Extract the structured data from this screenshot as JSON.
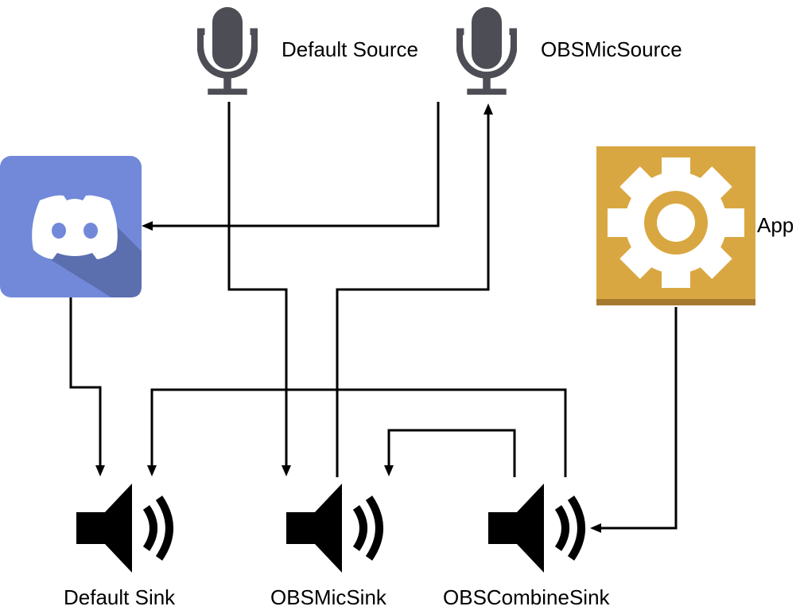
{
  "nodes": {
    "default_source": {
      "label": "Default Source",
      "icon": "microphone-icon"
    },
    "obs_mic_source": {
      "label": "OBSMicSource",
      "icon": "microphone-icon"
    },
    "discord": {
      "icon": "discord-icon"
    },
    "app": {
      "label": "App",
      "icon": "gear-icon"
    },
    "default_sink": {
      "label": "Default Sink",
      "icon": "speaker-icon"
    },
    "obs_mic_sink": {
      "label": "OBSMicSink",
      "icon": "speaker-icon"
    },
    "obs_combine_sink": {
      "label": "OBSCombineSink",
      "icon": "speaker-icon"
    }
  },
  "colors": {
    "microphone": "#4d4d55",
    "discord_primary": "#7289da",
    "discord_shadow": "#5b6eae",
    "app_primary": "#d9a741",
    "app_bottom_band": "#a57a2e",
    "connector": "#000000",
    "speaker": "#000000"
  },
  "edges": [
    {
      "from": "default_source",
      "to": "obs_mic_sink"
    },
    {
      "from": "obs_mic_source",
      "to": "discord"
    },
    {
      "from": "obs_mic_sink",
      "to": "obs_mic_source"
    },
    {
      "from": "discord",
      "to": "default_sink"
    },
    {
      "from": "obs_combine_sink",
      "to": "default_sink"
    },
    {
      "from": "obs_combine_sink",
      "to": "obs_mic_sink"
    },
    {
      "from": "app",
      "to": "obs_combine_sink"
    }
  ]
}
